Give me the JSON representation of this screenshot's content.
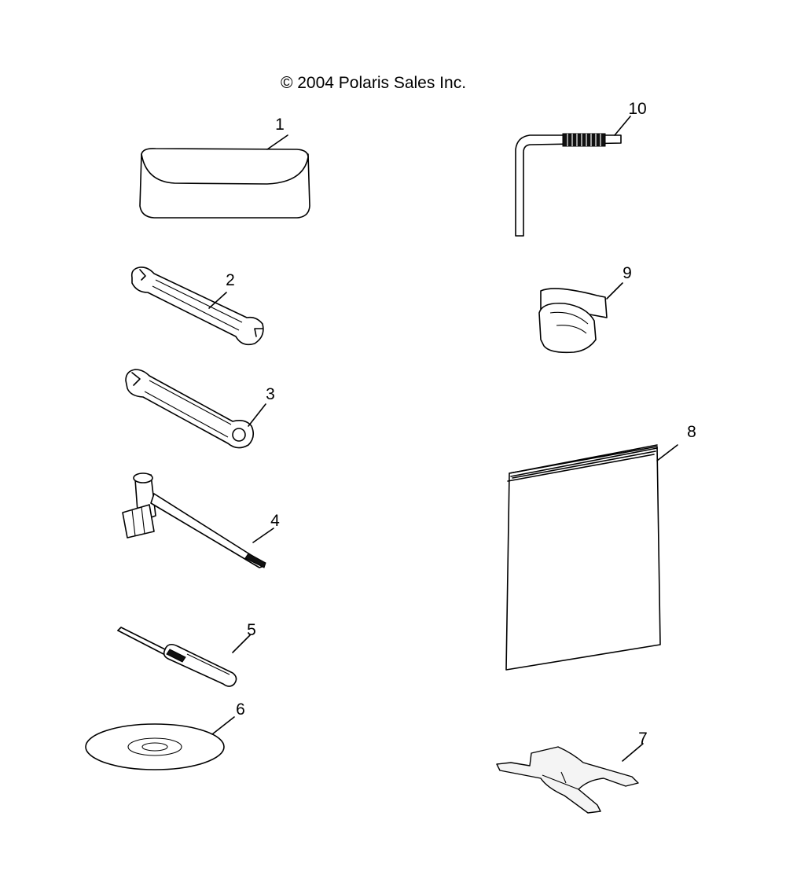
{
  "header": {
    "copyright": "© 2004 Polaris Sales Inc."
  },
  "callouts": [
    {
      "id": "1",
      "label": "1",
      "part": "tool-pouch"
    },
    {
      "id": "2",
      "label": "2",
      "part": "open-end-wrench"
    },
    {
      "id": "3",
      "label": "3",
      "part": "combination-wrench"
    },
    {
      "id": "4",
      "label": "4",
      "part": "spark-plug-socket-wrench"
    },
    {
      "id": "5",
      "label": "5",
      "part": "screwdriver"
    },
    {
      "id": "6",
      "label": "6",
      "part": "compact-disc"
    },
    {
      "id": "7",
      "label": "7",
      "part": "spanner-tool"
    },
    {
      "id": "8",
      "label": "8",
      "part": "owners-manual"
    },
    {
      "id": "9",
      "label": "9",
      "part": "strap"
    },
    {
      "id": "10",
      "label": "10",
      "part": "hex-key"
    }
  ]
}
